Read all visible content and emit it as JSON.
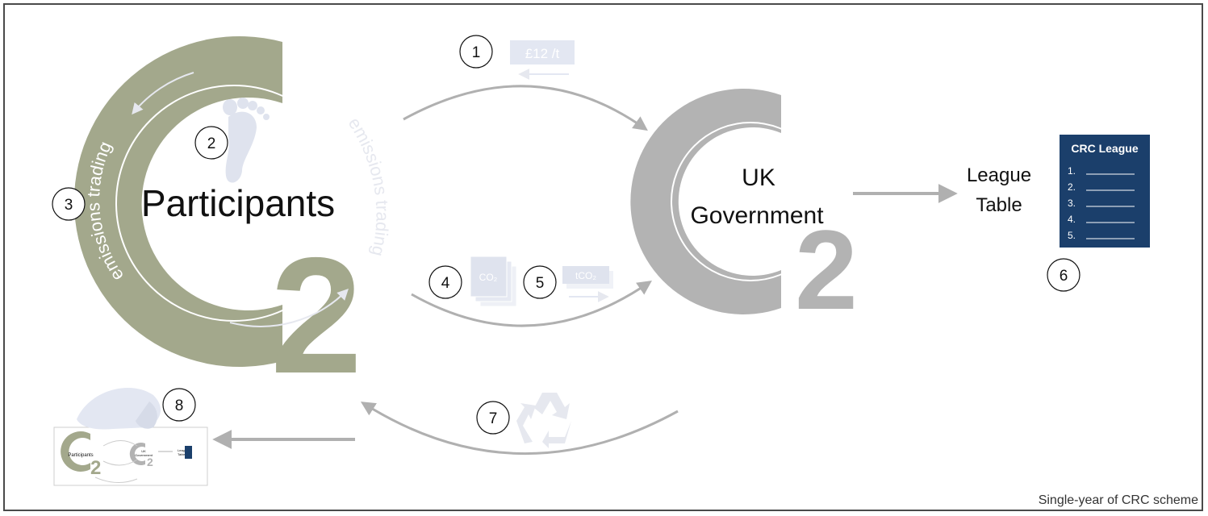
{
  "participants": {
    "label": "Participants",
    "arc_text_outer": "emissions trading",
    "arc_text_inner": "emissions trading",
    "subscript": "2"
  },
  "government": {
    "label_line1": "UK",
    "label_line2": "Government",
    "subscript": "2"
  },
  "league": {
    "label_line1": "League",
    "label_line2": "Table",
    "card_title": "CRC League",
    "rows": [
      "1.",
      "2.",
      "3.",
      "4.",
      "5."
    ]
  },
  "steps": {
    "s1": "1",
    "s2": "2",
    "s3": "3",
    "s4": "4",
    "s5": "5",
    "s6": "6",
    "s7": "7",
    "s8": "8"
  },
  "icons": {
    "price_tag": "£12 /t",
    "co2_doc": "CO₂",
    "tco2_doc": "tCO₂",
    "recycle_pound": "£"
  },
  "thumbnail": {
    "participants": "Participants",
    "gov_line1": "UK",
    "gov_line2": "Government",
    "league_line1": "League",
    "league_line2": "Table",
    "subscript": "2"
  },
  "footer": {
    "caption": "Single-year of CRC scheme"
  },
  "colors": {
    "olive": "#a3a88c",
    "grey": "#b3b3b3",
    "navy": "#1b3f6b",
    "pale_blue": "#e3e7f2",
    "arrow": "#b0b0b0"
  }
}
